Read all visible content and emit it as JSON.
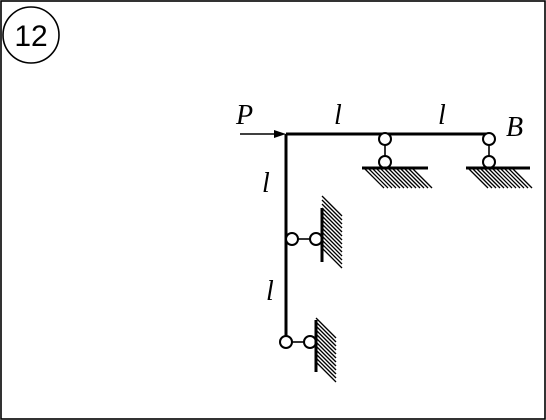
{
  "problem_number": "12",
  "labels": {
    "load": "P",
    "node_b": "B",
    "span_top_1": "l",
    "span_top_2": "l",
    "span_left_1": "l",
    "span_left_2": "l"
  }
}
